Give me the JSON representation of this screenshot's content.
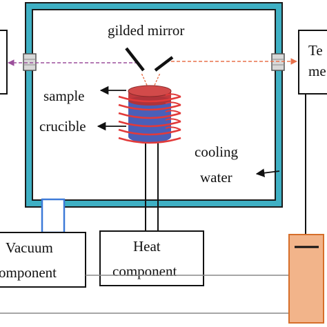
{
  "labels": {
    "gilded_mirror": "gilded mirror",
    "sample": "sample",
    "crucible": "crucible",
    "cooling_water_line1": "cooling",
    "cooling_water_line2": "water",
    "vacuum_line1": "Vacuum",
    "vacuum_line2": "omponent",
    "heat_line1": "Heat",
    "heat_line2": "component",
    "temp_line1": "Te",
    "temp_line2": "me"
  },
  "colors": {
    "chamber_wall": "#3fb0c4",
    "chamber_outline": "#1a1a1a",
    "sample": "#c0393d",
    "crucible_body": "#4a5fb8",
    "heating_coil": "#e23a3a",
    "optical_path_left": "#9b4f9b",
    "optical_path_right": "#e8704a",
    "vacuum_port": "#3d7ad8",
    "cooling_unit_fill": "#f2b48a",
    "cooling_unit_border": "#d66e2a"
  }
}
